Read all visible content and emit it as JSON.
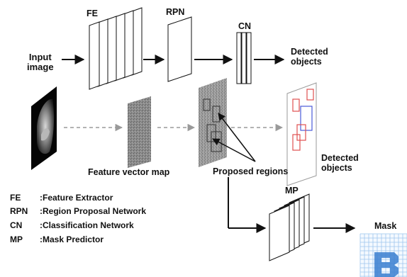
{
  "labels": {
    "input": [
      "Input",
      "image"
    ],
    "fe": "FE",
    "rpn": "RPN",
    "cn": "CN",
    "detected_top": [
      "Detected",
      "objects"
    ],
    "detected_bottom": [
      "Detected",
      "objects"
    ],
    "feature_vector_map": "Feature vector map",
    "proposed_regions": "Proposed regions",
    "mp": "MP",
    "mask": "Mask"
  },
  "legend": [
    {
      "abbr": "FE",
      "text": ":Feature Extractor"
    },
    {
      "abbr": "RPN",
      "text": ":Region Proposal Network"
    },
    {
      "abbr": "CN",
      "text": ":Classification Network"
    },
    {
      "abbr": "MP",
      "text": ":Mask Predictor"
    }
  ],
  "colors": {
    "arrow": "#111111",
    "dashed_arrow": "#9a9a9a",
    "box_red": "#e05050",
    "box_blue": "#4a5ad8",
    "mask_grid": "#9ec6ee",
    "mask_letter": "#3a7fd0"
  }
}
